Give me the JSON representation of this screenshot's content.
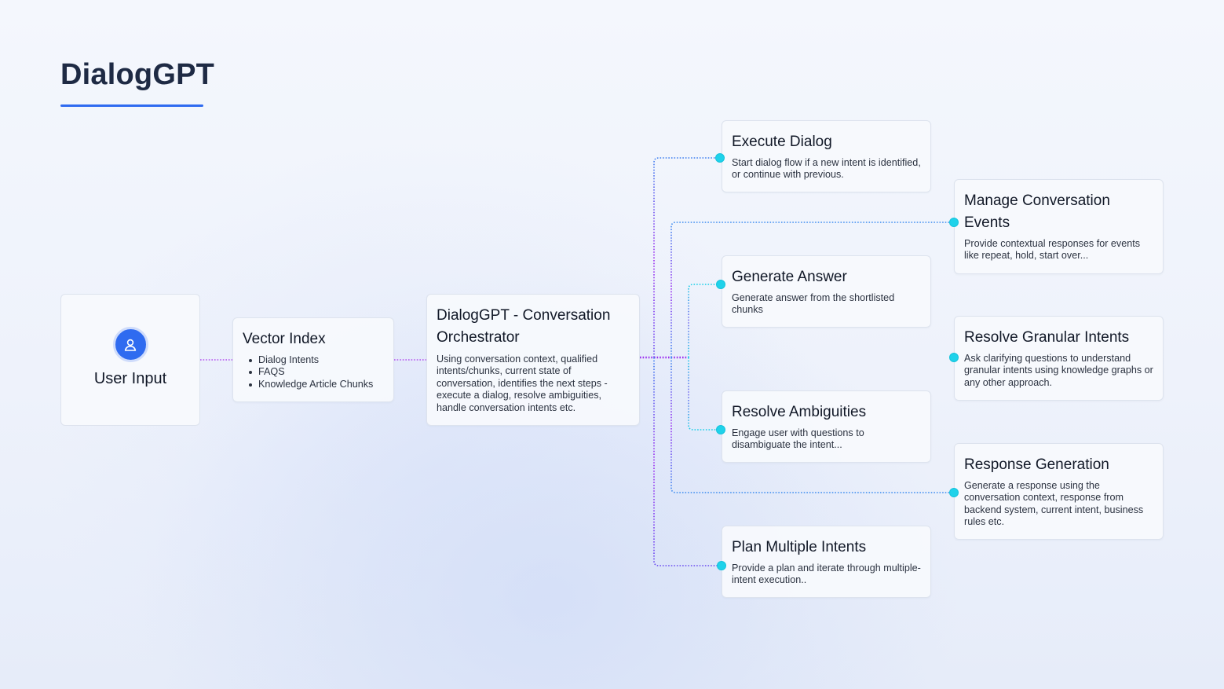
{
  "page": {
    "title": "DialogGPT"
  },
  "colors": {
    "accent": "#2f6bf0",
    "connector_cyan": "#17cfe8",
    "connector_purple": "#9b2df0",
    "connector_blue": "#4a6ff0"
  },
  "user_input": {
    "label": "User Input",
    "icon": "user-icon"
  },
  "vector_index": {
    "title": "Vector Index",
    "items": [
      "Dialog Intents",
      "FAQS",
      "Knowledge Article Chunks"
    ]
  },
  "orchestrator": {
    "title": "DialogGPT - Conversation Orchestrator",
    "body": "Using conversation context, qualified intents/chunks, current state of conversation, identifies the next steps - execute a dialog, resolve ambiguities, handle conversation intents etc."
  },
  "outputs": [
    {
      "title": "Execute Dialog",
      "body": "Start dialog flow if a new intent is identified, or continue with previous."
    },
    {
      "title": "Manage Conversation Events",
      "body": "Provide contextual responses for events like repeat, hold, start over..."
    },
    {
      "title": "Generate Answer",
      "body": "Generate answer from the shortlisted chunks"
    },
    {
      "title": "Resolve Granular Intents",
      "body": "Ask clarifying questions to understand granular intents using knowledge graphs or any other approach."
    },
    {
      "title": "Resolve Ambiguities",
      "body": "Engage user with questions to disambiguate the intent..."
    },
    {
      "title": "Response Generation",
      "body": "Generate a response using the conversation context, response from backend system, current intent, business rules etc."
    },
    {
      "title": "Plan Multiple Intents",
      "body": "Provide a plan and iterate through multiple-intent execution.."
    }
  ]
}
